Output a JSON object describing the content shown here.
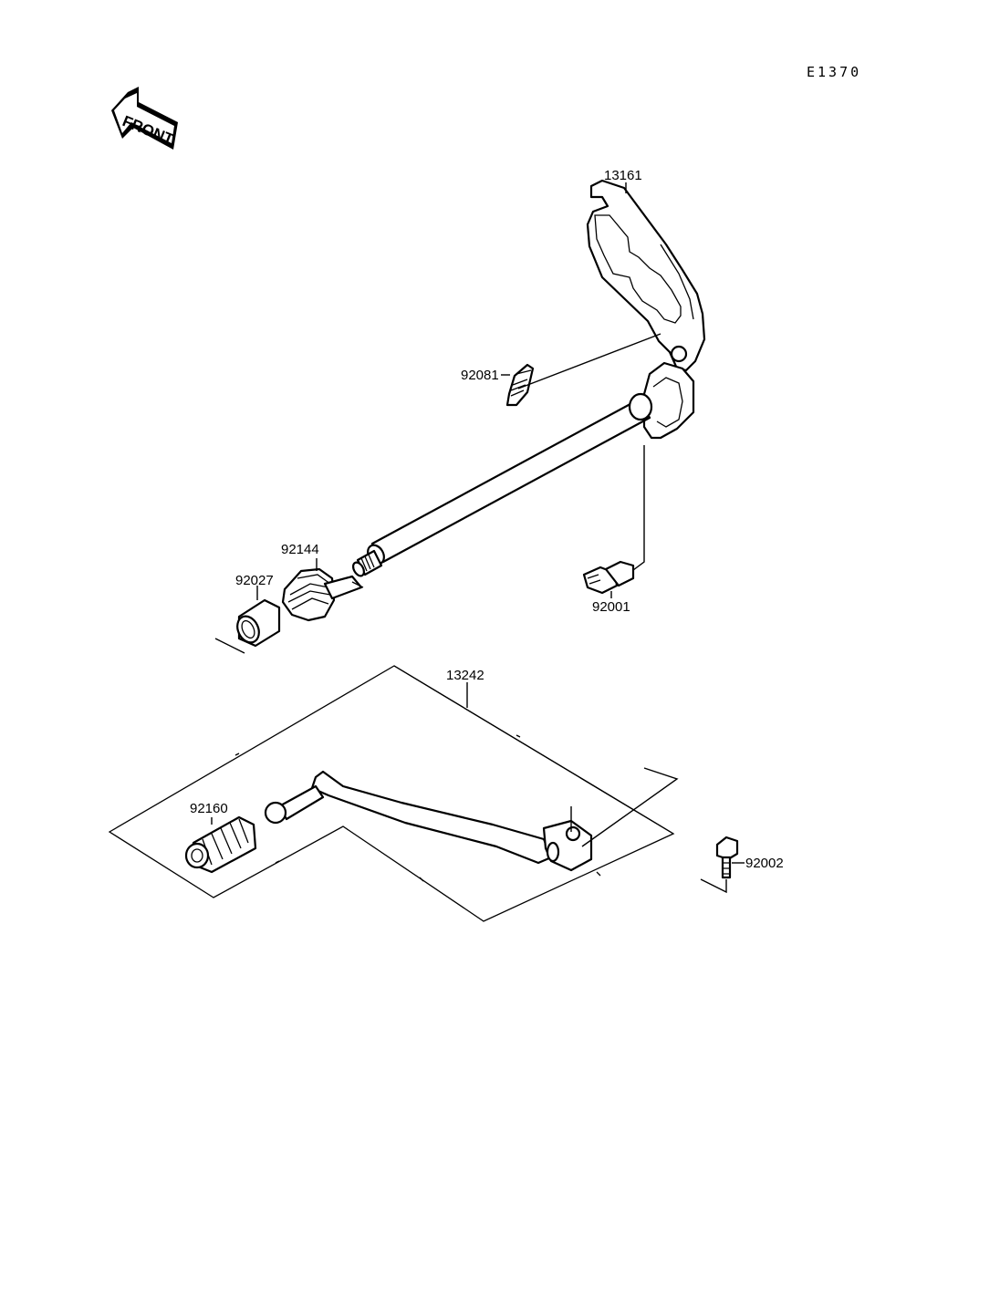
{
  "diagram_code": "E1370",
  "front_arrow": {
    "label": "FRONT",
    "icon": "front-arrow-icon"
  },
  "parts": {
    "p13161": "13161",
    "p92081": "92081",
    "p92144": "92144",
    "p92027": "92027",
    "p92001": "92001",
    "p13242": "13242",
    "p92160": "92160",
    "p92002": "92002"
  }
}
